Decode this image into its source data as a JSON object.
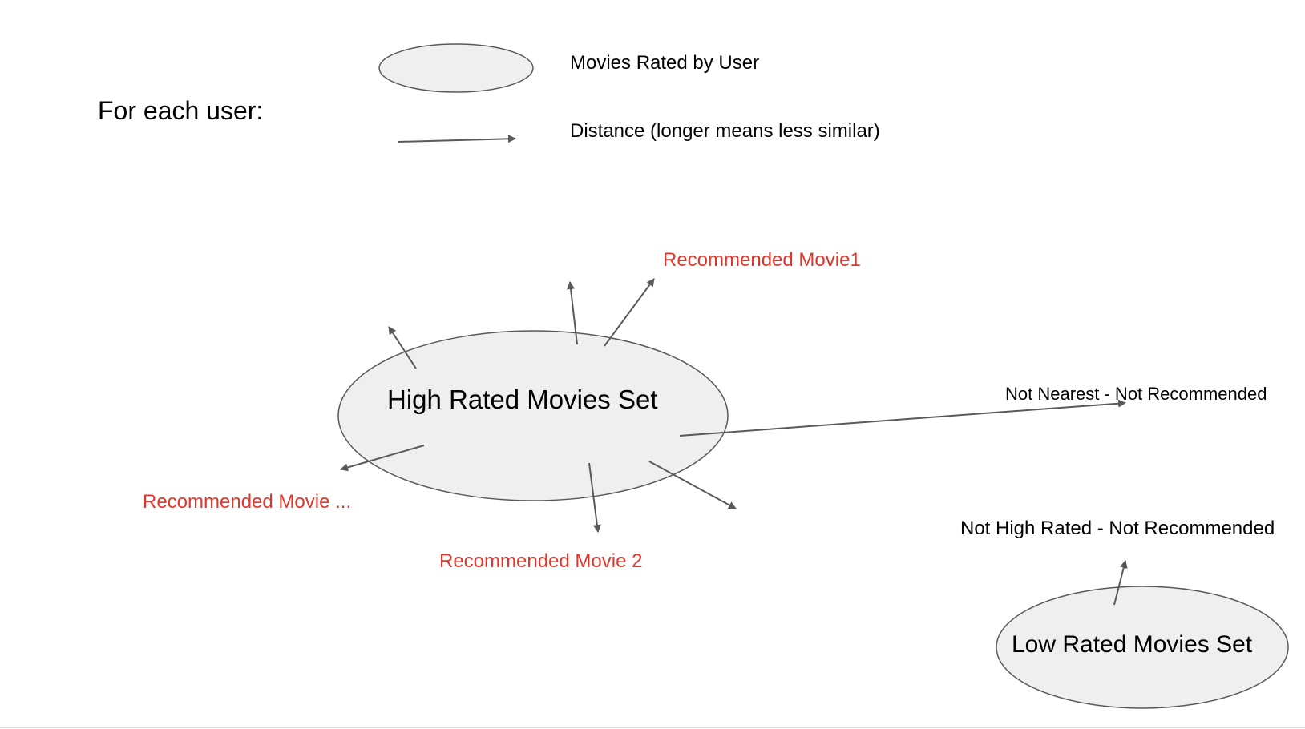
{
  "heading": "For each user:",
  "legend": {
    "set_label": "Movies Rated by User",
    "distance_label": "Distance (longer means less similar)"
  },
  "sets": {
    "high": "High Rated Movies Set",
    "low": "Low Rated Movies Set"
  },
  "recommended": {
    "movie1": "Recommended Movie1",
    "movie2": "Recommended Movie 2",
    "movie_more": "Recommended Movie ..."
  },
  "not_recommended": {
    "not_nearest": "Not Nearest - Not Recommended",
    "not_high_rated": "Not High Rated - Not Recommended"
  },
  "colors": {
    "ellipse_fill": "#efefef",
    "stroke": "#595959",
    "recommended_text": "#e0362c",
    "text": "#000000"
  }
}
